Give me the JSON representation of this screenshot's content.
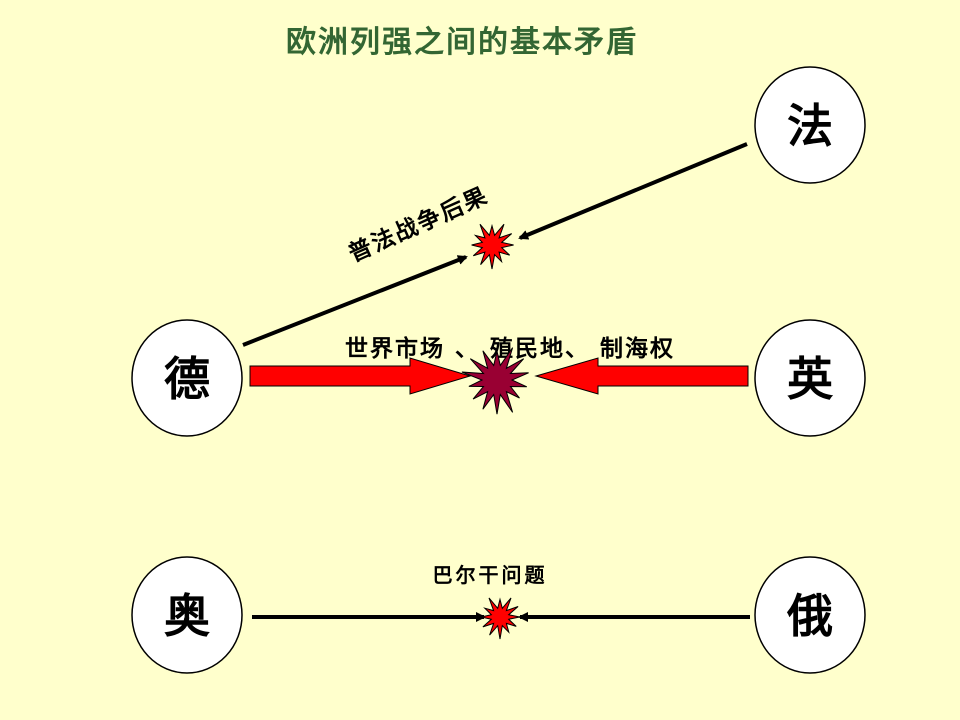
{
  "title": "欧洲列强之间的基本矛盾",
  "colors": {
    "background": "#FFFFCC",
    "title": "#336633",
    "node_fill": "#FFFFFF",
    "edge": "#000000",
    "arrow_fill": "#FF0000",
    "burst_red": "#FF0000",
    "burst_dark": "#990033"
  },
  "nodes": {
    "france": "法",
    "britain": "英",
    "germany": "德",
    "austria": "奥",
    "russia": "俄"
  },
  "conflicts": {
    "franco_prussian": "普法战争后果",
    "anglo_german": "世界市场 、 殖民地、 制海权",
    "austro_russian": "巴尔干问题"
  },
  "icons": [
    "burst-icon"
  ]
}
